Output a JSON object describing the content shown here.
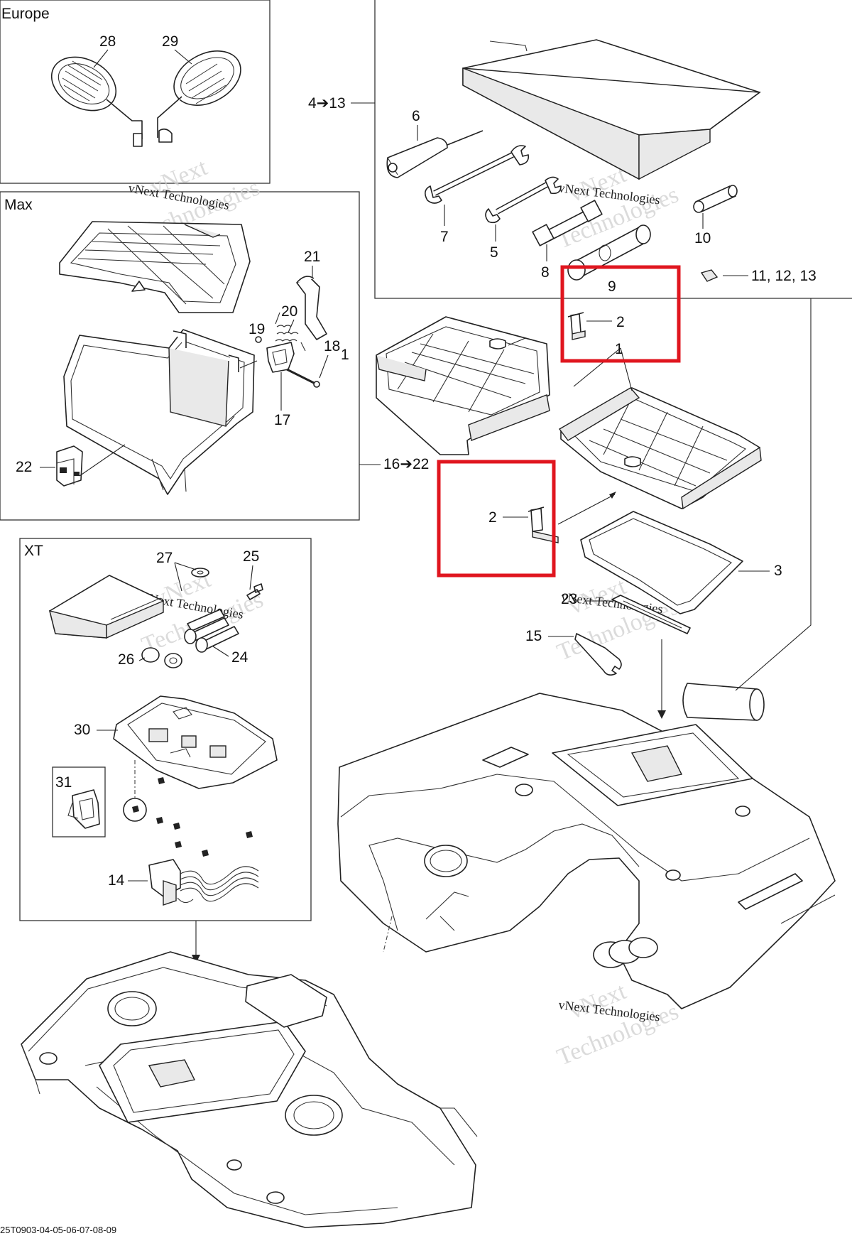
{
  "sections": {
    "europe": "Europe",
    "max": "Max",
    "xt": "XT"
  },
  "callouts": {
    "c28": "28",
    "c29": "29",
    "c4_13": "4➔13",
    "c6": "6",
    "c7": "7",
    "c5": "5",
    "c8": "8",
    "c9": "9",
    "c10": "10",
    "c11_13": "11, 12, 13",
    "c21": "21",
    "c20": "20",
    "c19": "19",
    "c18": "18",
    "c18b": "1",
    "c17": "17",
    "c22": "22",
    "c16_22": "16➔22",
    "c2_top": "2",
    "c1": "1",
    "c2_bottom": "2",
    "c3": "3",
    "c23": "23",
    "c15": "15",
    "c27": "27",
    "c25": "25",
    "c26": "26",
    "c24": "24",
    "c30": "30",
    "c31": "31",
    "c14": "14"
  },
  "watermark": {
    "line1": "vNext",
    "line2": "vNext Technologies",
    "line3": "Technologies"
  },
  "footer": {
    "code": "25T0903-04-05-06-07-08-09"
  },
  "colors": {
    "highlight": "#e0161f",
    "line": "#222222",
    "watermark": "#cfcfcf"
  }
}
